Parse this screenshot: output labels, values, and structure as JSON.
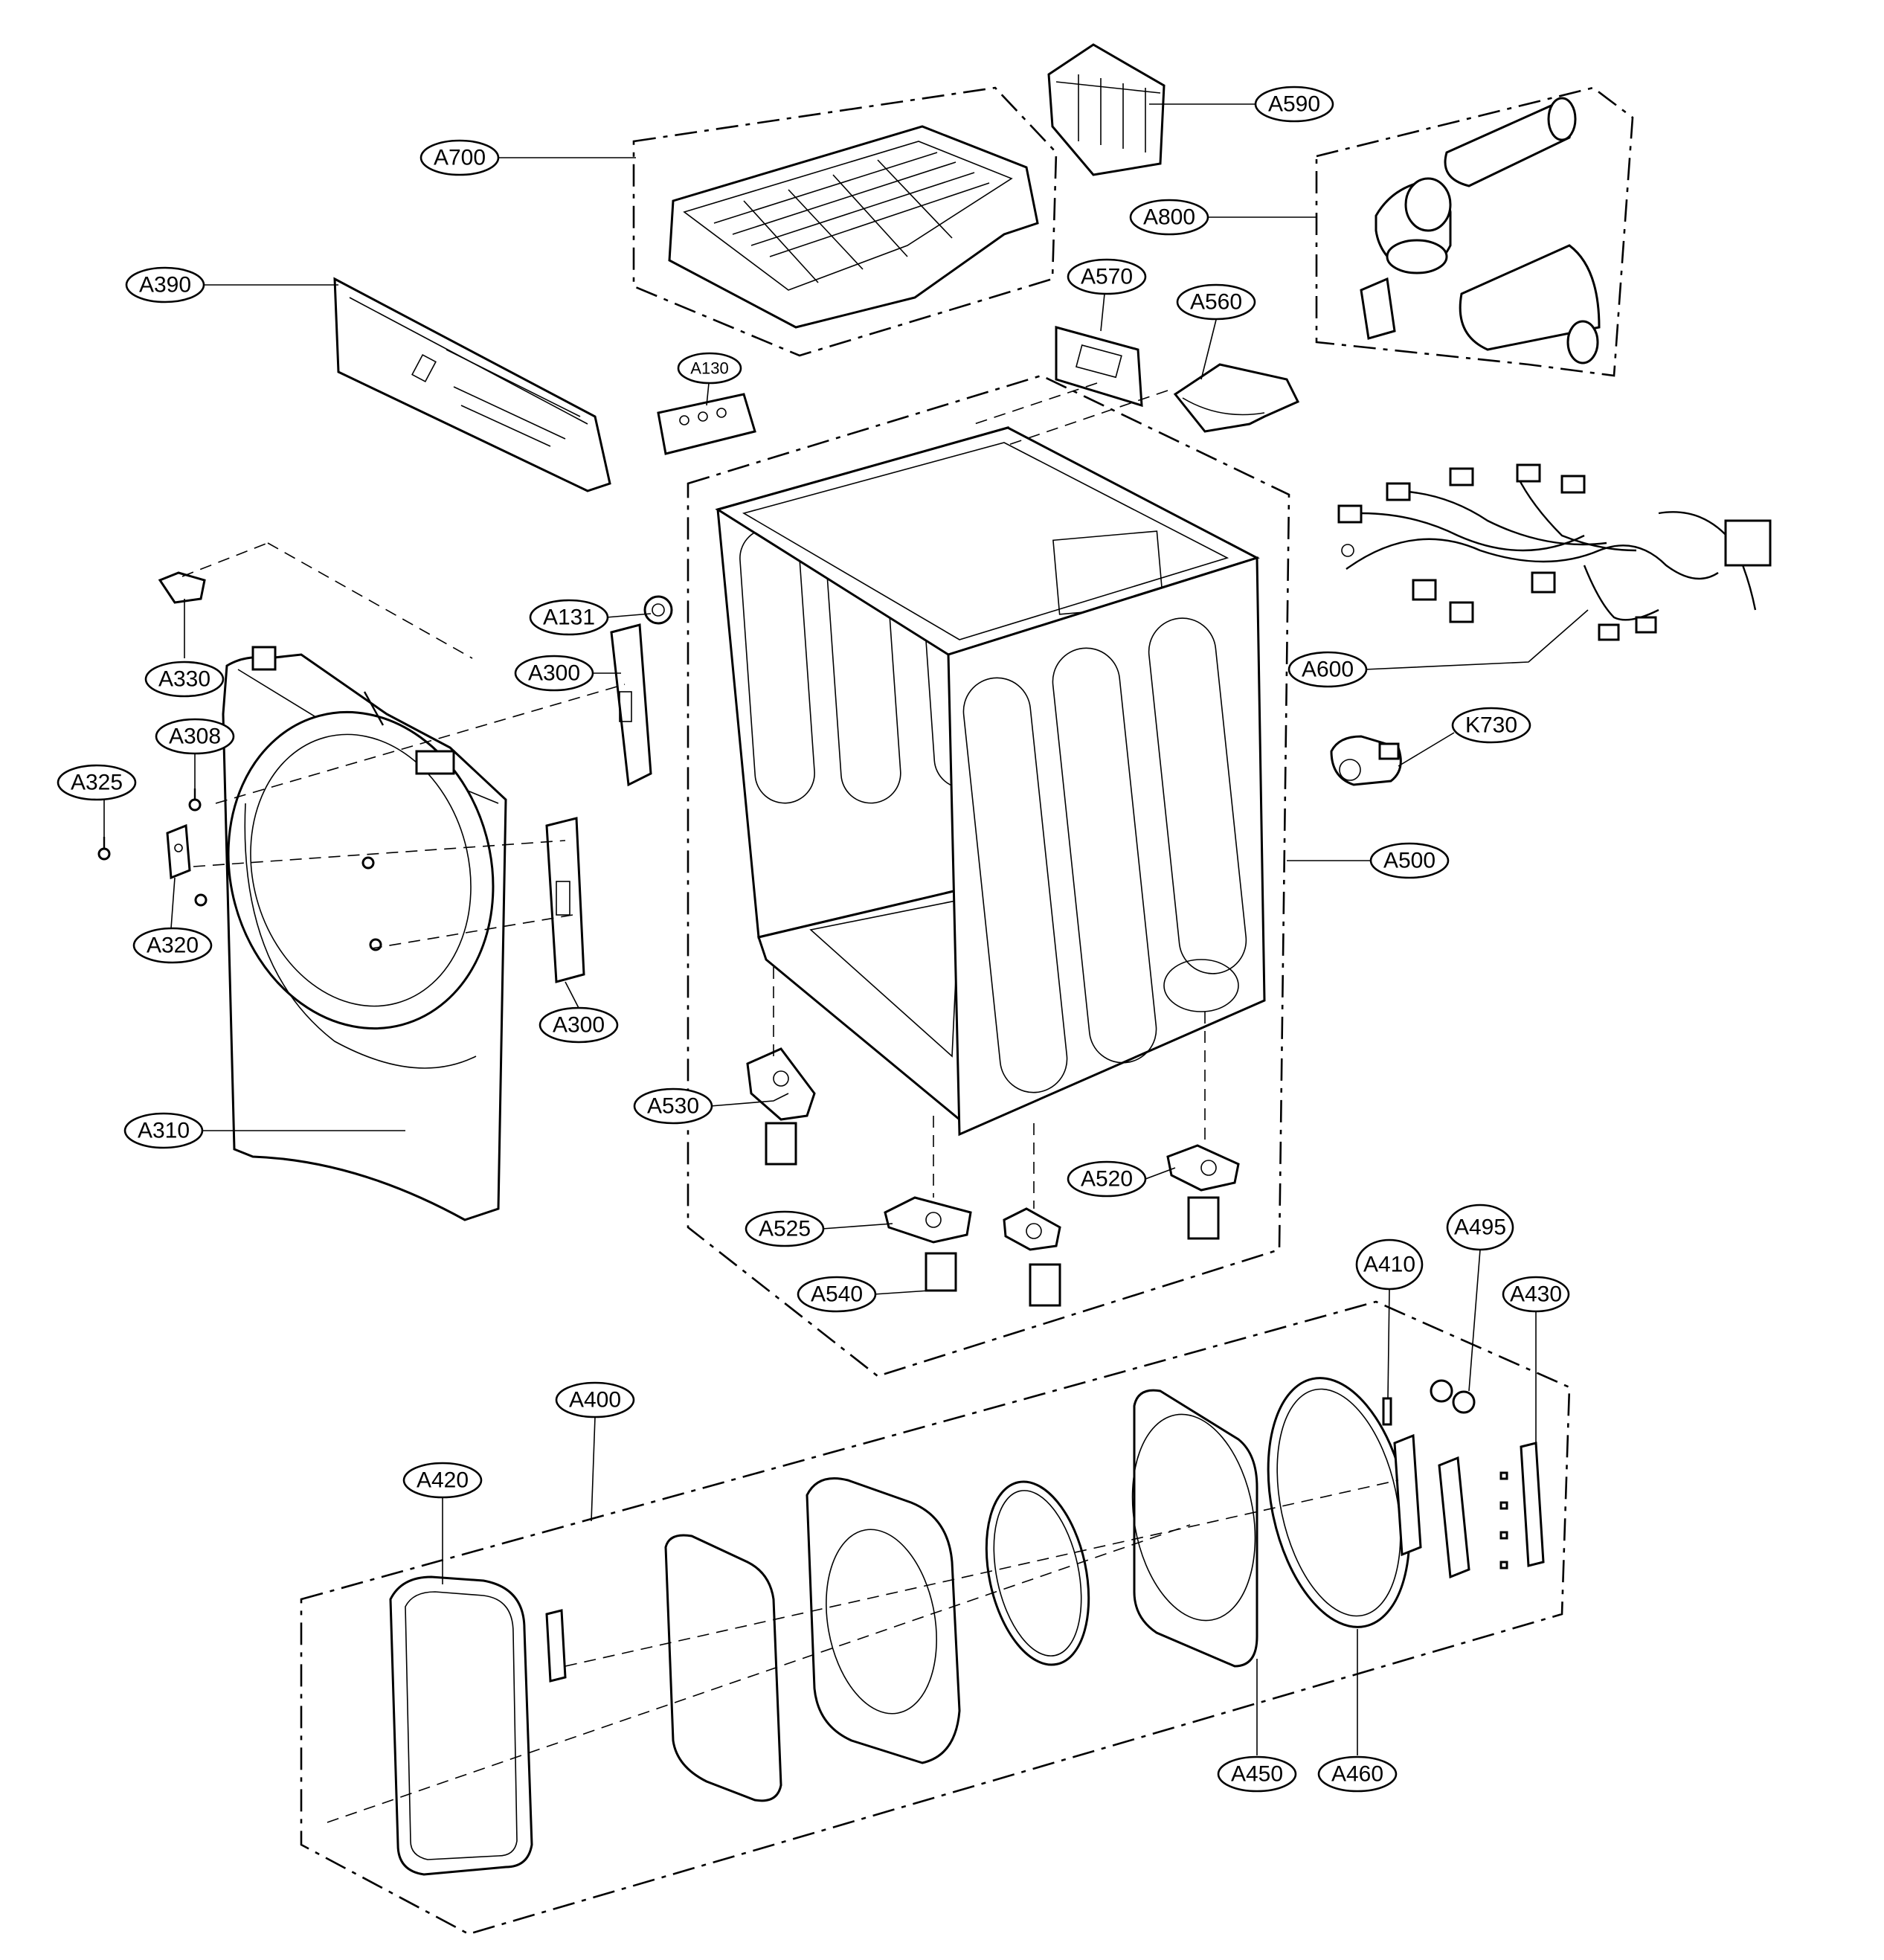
{
  "labels": {
    "A590": "A590",
    "A700": "A700",
    "A800": "A800",
    "A390": "A390",
    "A570": "A570",
    "A560": "A560",
    "A130": "A130",
    "A131": "A131",
    "A330": "A330",
    "A300a": "A300",
    "A300b": "A300",
    "A308": "A308",
    "A325": "A325",
    "A320": "A320",
    "A310": "A310",
    "A600": "A600",
    "K730": "K730",
    "A500": "A500",
    "A530": "A530",
    "A520": "A520",
    "A525": "A525",
    "A540": "A540",
    "A410": "A410",
    "A495": "A495",
    "A430": "A430",
    "A400": "A400",
    "A420": "A420",
    "A450": "A450",
    "A460": "A460"
  }
}
